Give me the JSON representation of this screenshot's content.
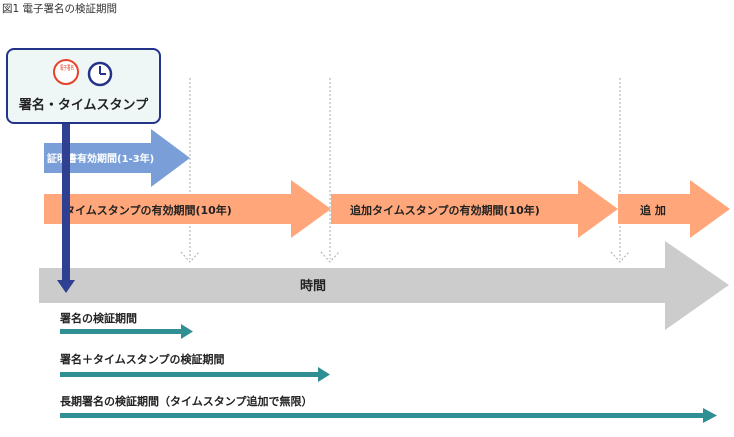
{
  "figure": {
    "caption": "図1 電子署名の検証期間"
  },
  "signature_box": {
    "seal_text": "電子署名",
    "label": "署名・タイムスタンプ"
  },
  "arrows": {
    "cert_validity": "証明書有効期間(1-3年)",
    "timestamp_validity": "タイムスタンプの有効期間(10年)",
    "added_timestamp_validity": "追加タイムスタンプの有効期間(10年)",
    "add": "追 加",
    "time_axis": "時間"
  },
  "verification": {
    "signature": "署名の検証期間",
    "signature_timestamp": "署名＋タイムスタンプの検証期間",
    "long_term": "長期署名の検証期間（タイムスタンプ追加で無限）"
  },
  "colors": {
    "box_border": "#24338a",
    "box_fill": "#eef6f6",
    "cert_arrow": "#7a9fd8",
    "timestamp_arrow": "#ffa77a",
    "time_arrow": "#cccccc",
    "navy": "#2f3f91",
    "teal": "#2f8f93",
    "seal_red": "#e8412c"
  }
}
